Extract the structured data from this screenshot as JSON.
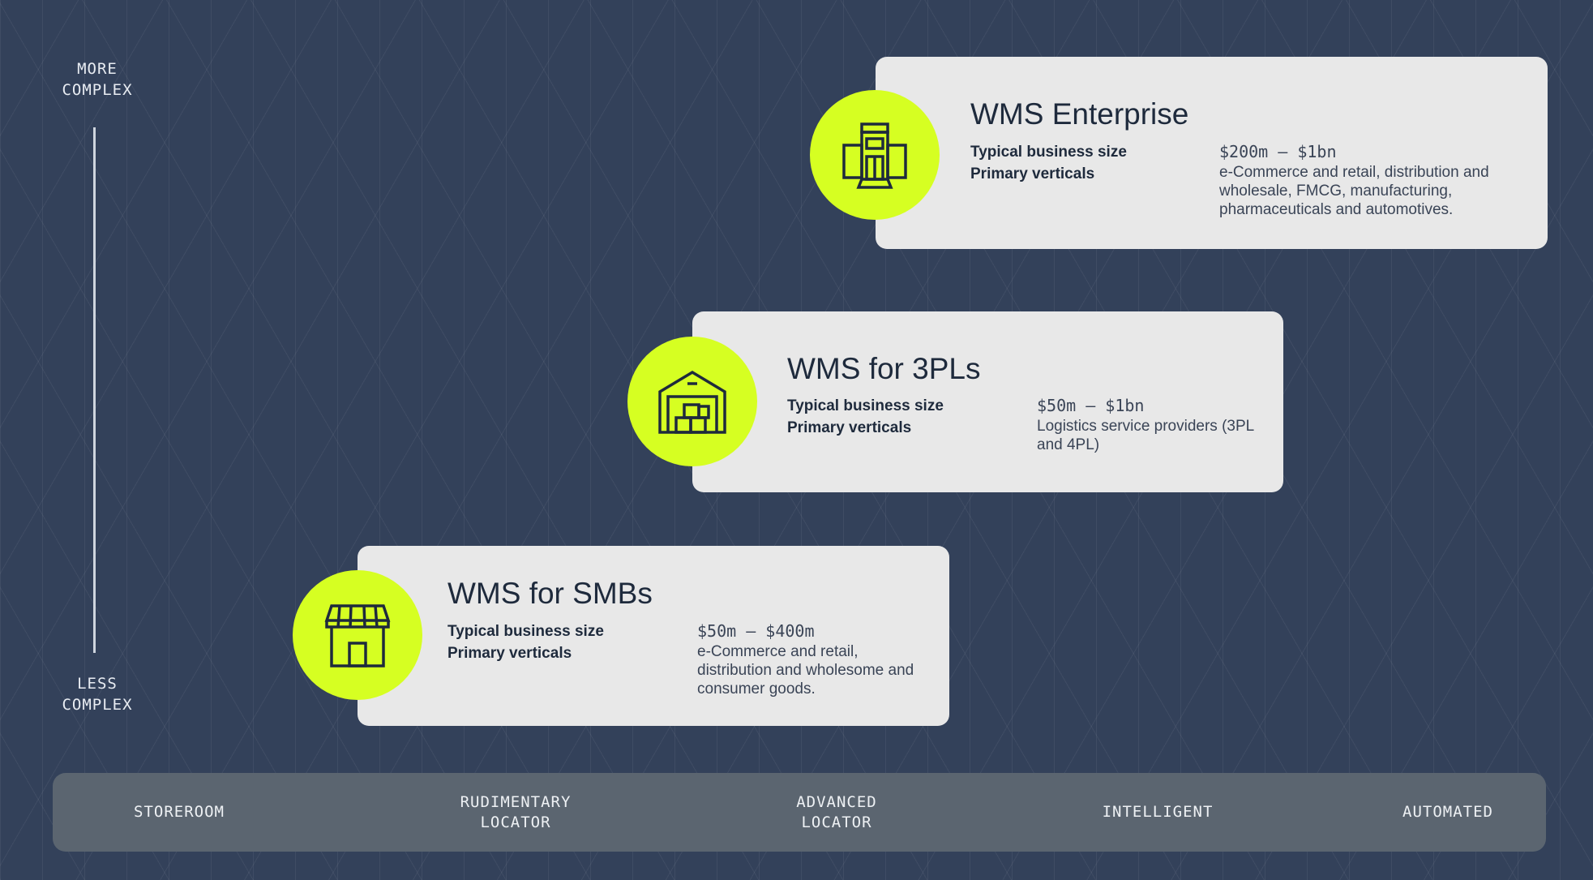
{
  "axis": {
    "top_label": [
      "MORE",
      "COMPLEX"
    ],
    "bottom_label": [
      "LESS",
      "COMPLEX"
    ]
  },
  "tiers": [
    {
      "title": "WMS Enterprise",
      "icon": "office-building-icon",
      "size_label": "Typical business size",
      "size_value": "$200m – $1bn",
      "verticals_label": "Primary verticals",
      "verticals_value": "e-Commerce and retail, distribution and wholesale, FMCG, manufacturing, pharmaceuticals and automotives."
    },
    {
      "title": "WMS for 3PLs",
      "icon": "warehouse-icon",
      "size_label": "Typical business size",
      "size_value": "$50m – $1bn",
      "verticals_label": "Primary verticals",
      "verticals_value": "Logistics service providers (3PL and 4PL)"
    },
    {
      "title": "WMS for SMBs",
      "icon": "storefront-icon",
      "size_label": "Typical business size",
      "size_value": "$50m – $400m",
      "verticals_label": "Primary verticals",
      "verticals_value": "e-Commerce and retail, distribution and wholesome and consumer goods."
    }
  ],
  "stages": [
    [
      "STOREROOM"
    ],
    [
      "RUDIMENTARY",
      "LOCATOR"
    ],
    [
      "ADVANCED",
      "LOCATOR"
    ],
    [
      "INTELLIGENT"
    ],
    [
      "AUTOMATED"
    ]
  ],
  "colors": {
    "background": "#33415a",
    "card": "#e8e8e8",
    "accent": "#d6ff22",
    "text": "#1e2a3c",
    "bar": "#5b6570"
  }
}
